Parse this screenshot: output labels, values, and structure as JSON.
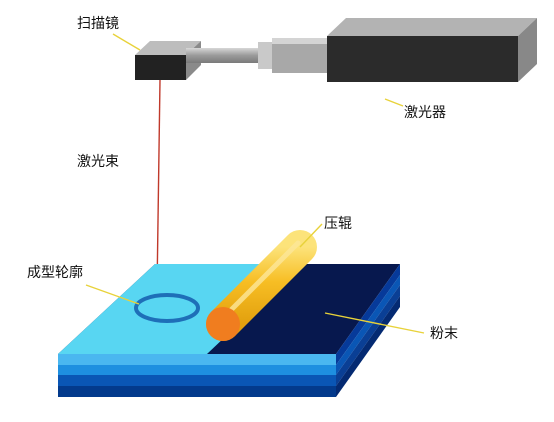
{
  "labels": {
    "scanner": "扫描镜",
    "laser": "激光器",
    "beam": "激光束",
    "roller": "压辊",
    "contour": "成型轮廓",
    "powder": "粉末"
  },
  "colors": {
    "scanner_front": "#222222",
    "laser_body": "#2b2b2b",
    "beam": "#c0392b",
    "powder_surface": "#07184e",
    "formed_region": "#58d6f2",
    "roller": "#f7be24",
    "roller_end": "#f07d1f",
    "contour_ring": "#1e6fb8",
    "leader_line": "#e8d23a"
  }
}
